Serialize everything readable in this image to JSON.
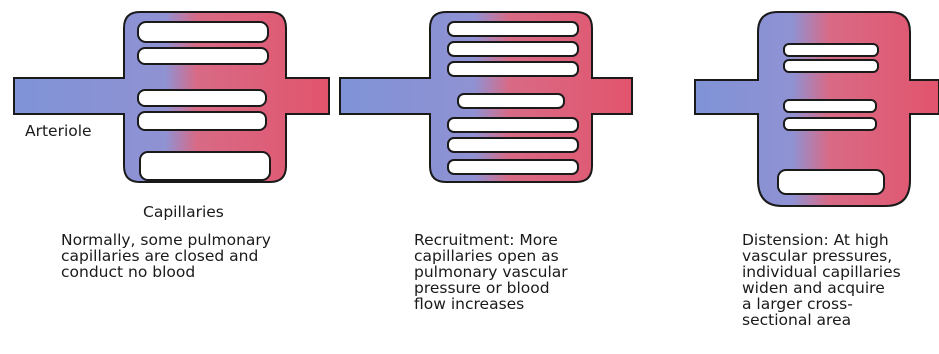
{
  "panels": [
    {
      "name": "normal",
      "caption": "Normally, some pulmonary\ncapillaries are closed and\nconduct no blood",
      "vessel_label": "Arteriole",
      "capillary_label": "Capillaries"
    },
    {
      "name": "recruitment",
      "caption": "Recruitment: More\ncapillaries open as\npulmonary vascular\npressure or blood\nflow increases"
    },
    {
      "name": "distension",
      "caption": "Distension: At high\nvascular pressures,\nindividual capillaries\nwiden and acquire\na larger cross-\nsectional area"
    }
  ],
  "colors": {
    "arterial_blue": "#7f93d6",
    "venous_red": "#e2546c",
    "outline": "#1a1a1a",
    "background": "#ffffff"
  }
}
